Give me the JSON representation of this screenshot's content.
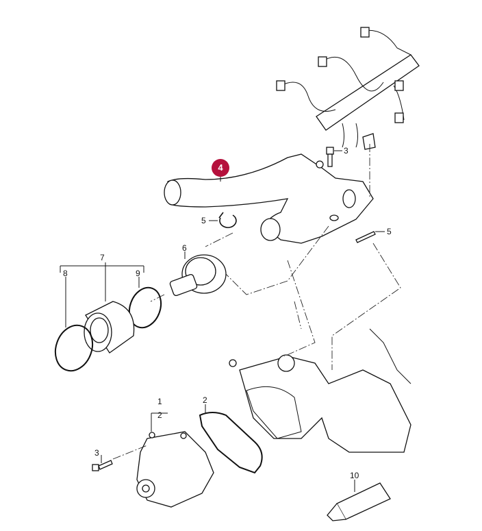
{
  "diagram": {
    "callouts": [
      {
        "id": "4",
        "label": "4",
        "highlighted": true
      },
      {
        "id": "3a",
        "label": "3"
      },
      {
        "id": "5a",
        "label": "5"
      },
      {
        "id": "5b",
        "label": "5"
      },
      {
        "id": "6",
        "label": "6"
      },
      {
        "id": "7",
        "label": "7"
      },
      {
        "id": "8",
        "label": "8"
      },
      {
        "id": "9",
        "label": "9"
      },
      {
        "id": "1",
        "label": "1"
      },
      {
        "id": "2a",
        "label": "2"
      },
      {
        "id": "2b",
        "label": "2"
      },
      {
        "id": "3b",
        "label": "3"
      },
      {
        "id": "10",
        "label": "10"
      }
    ],
    "highlight_color": "#b5103c"
  }
}
